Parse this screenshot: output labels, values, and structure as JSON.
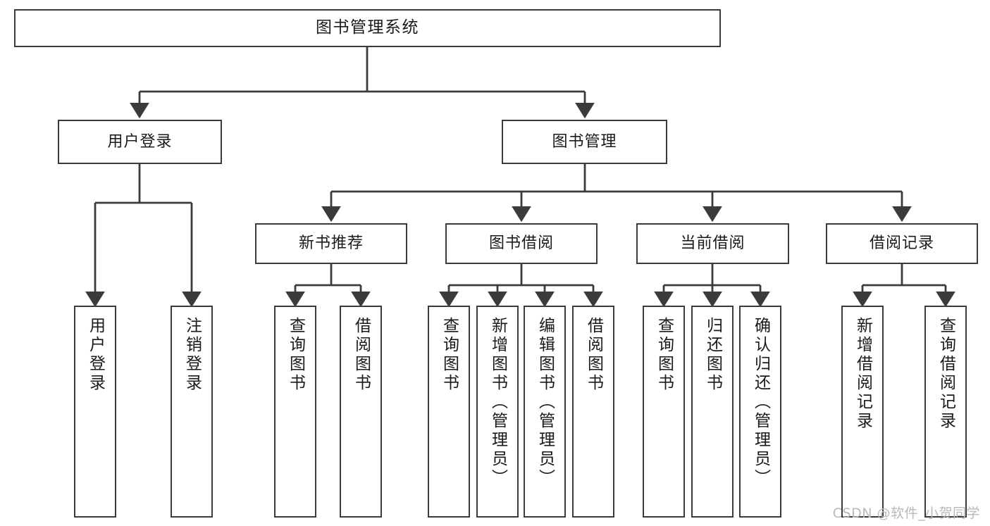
{
  "diagram": {
    "type": "tree-hierarchy",
    "title": "图书管理系统",
    "watermark": "CSDN @软件_小贺同学",
    "colors": {
      "box_border": "#3b3b3b",
      "box_fill": "#ffffff",
      "connector": "#3b3b3b",
      "text": "#1a1a1a",
      "watermark": "#b9b9b9"
    },
    "nodes": {
      "root": {
        "label": "图书管理系统"
      },
      "level2": [
        {
          "label": "用户登录"
        },
        {
          "label": "图书管理"
        }
      ],
      "level3": [
        {
          "label": "新书推荐"
        },
        {
          "label": "图书借阅"
        },
        {
          "label": "当前借阅"
        },
        {
          "label": "借阅记录"
        }
      ],
      "leaves": {
        "user_login": [
          {
            "label": "用户登录"
          },
          {
            "label": "注销登录"
          }
        ],
        "new_book": [
          {
            "label": "查询图书"
          },
          {
            "label": "借阅图书"
          }
        ],
        "borrow_book": [
          {
            "label": "查询图书"
          },
          {
            "label": "新增图书（管理员）"
          },
          {
            "label": "编辑图书（管理员）"
          },
          {
            "label": "借阅图书"
          }
        ],
        "current_borrow": [
          {
            "label": "查询图书"
          },
          {
            "label": "归还图书"
          },
          {
            "label": "确认归还（管理员）"
          }
        ],
        "borrow_record": [
          {
            "label": "新增借阅记录"
          },
          {
            "label": "查询借阅记录"
          }
        ]
      }
    }
  }
}
